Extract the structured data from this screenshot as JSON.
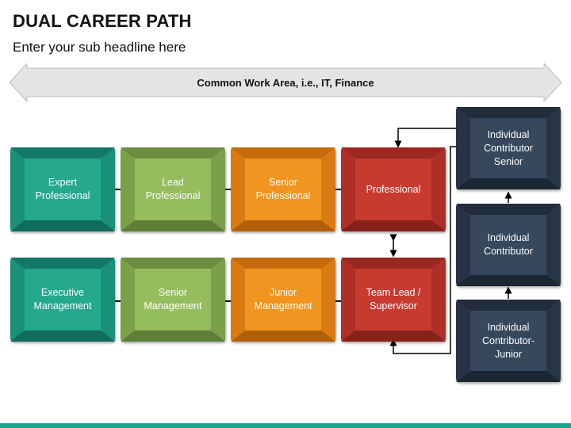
{
  "title": "DUAL CAREER PATH",
  "subtitle": "Enter your sub headline here",
  "banner": {
    "label": "Common Work Area, i.e., IT, Finance"
  },
  "colors": {
    "teal": "#1f9f86",
    "green": "#8db35a",
    "orange": "#ec8a1c",
    "red": "#c0392f",
    "navy": "#2f3d4f",
    "banner": "#e6e6e6",
    "accent_bar": "#1aa58a"
  },
  "rows": {
    "top": [
      {
        "label": "Expert\nProfessional",
        "color": "teal"
      },
      {
        "label": "Lead\nProfessional",
        "color": "green"
      },
      {
        "label": "Senior\nProfessional",
        "color": "orange"
      },
      {
        "label": "Professional",
        "color": "red"
      }
    ],
    "bottom": [
      {
        "label": "Executive\nManagement",
        "color": "teal"
      },
      {
        "label": "Senior\nManagement",
        "color": "green"
      },
      {
        "label": "Junior\nManagement",
        "color": "orange"
      },
      {
        "label": "Team Lead /\nSupervisor",
        "color": "red"
      }
    ]
  },
  "contributor_column": [
    {
      "label": "Individual\nContributor\nSenior"
    },
    {
      "label": "Individual\nContributor"
    },
    {
      "label": "Individual\nContributor-\nJunior"
    }
  ]
}
